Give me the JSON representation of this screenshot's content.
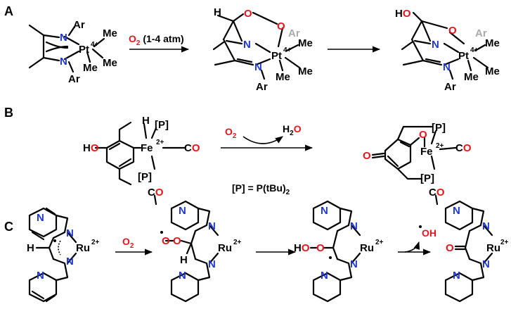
{
  "panels": {
    "a": {
      "label": "A",
      "reagent": "O",
      "reagent_sub": "2",
      "reagent_cond": " (1-4 atm)",
      "metal": "Pt",
      "metal_charge": "4+",
      "ar": "Ar",
      "me": "Me",
      "n": "N",
      "o": "O",
      "h": "H",
      "ho": "HO"
    },
    "b": {
      "label": "B",
      "reagent": "O",
      "reagent_sub": "2",
      "product": "H",
      "product_sub": "2",
      "product_o": "O",
      "metal": "Fe",
      "metal_charge": "2+",
      "ligand": "[P]",
      "co_c": "C",
      "co_o": "O",
      "h": "H",
      "ho_h": "H",
      "ho_o": "O",
      "definition": "[P] = P(tBu)",
      "definition_sub": "2"
    },
    "c": {
      "label": "C",
      "reagent": "O",
      "reagent_sub": "2",
      "radical": "OH",
      "metal": "Ru",
      "metal_charge": "2+",
      "n": "N",
      "o": "O",
      "h": "H"
    }
  }
}
